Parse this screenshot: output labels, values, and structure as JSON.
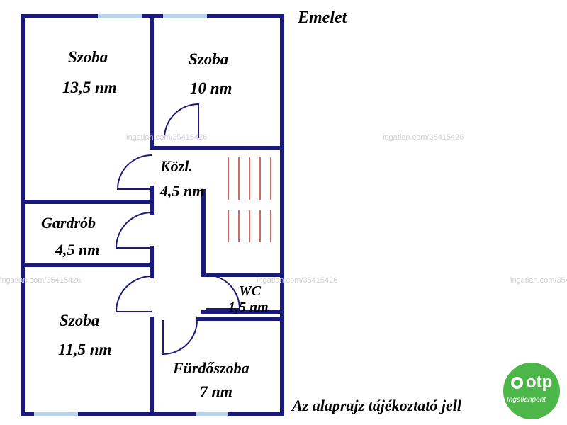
{
  "plan": {
    "title": "Emelet",
    "disclaimer": "Az alaprajz tájékoztató jell",
    "rooms": [
      {
        "name": "Szoba",
        "area": "13,5 nm"
      },
      {
        "name": "Szoba",
        "area": "10 nm"
      },
      {
        "name": "Közl.",
        "area": "4,5 nm"
      },
      {
        "name": "Gardrób",
        "area": "4,5 nm"
      },
      {
        "name": "WC",
        "area": "1,5 nm"
      },
      {
        "name": "Szoba",
        "area": "11,5 nm"
      },
      {
        "name": "Fürdőszoba",
        "area": "7 nm"
      }
    ]
  },
  "watermark": "ingatlan.com/35415426",
  "logo": {
    "brand": "otp",
    "subtitle": "Ingatlanpont"
  },
  "colors": {
    "wall": "#1a1a7a",
    "window": "#b8d4ec",
    "stairs": "#c0392b",
    "logo": "#4cb648"
  }
}
